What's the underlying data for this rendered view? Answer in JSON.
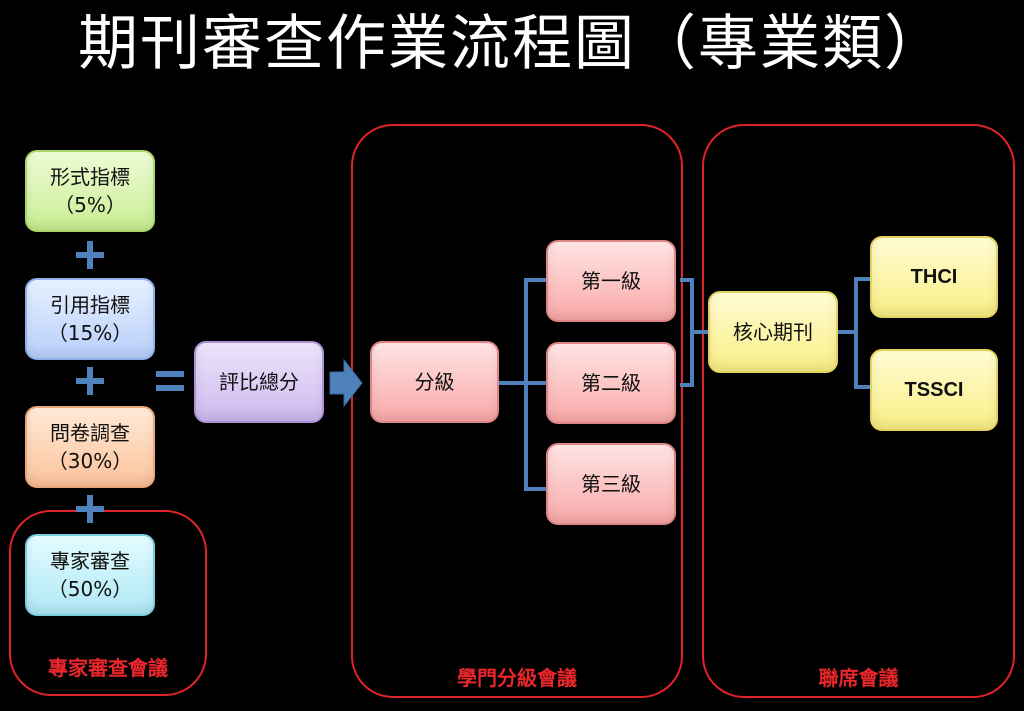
{
  "title": "期刊審查作業流程圖（專業類）",
  "indicators": [
    {
      "name": "形式指標",
      "weight": "（5%）"
    },
    {
      "name": "引用指標",
      "weight": "（15%）"
    },
    {
      "name": "問卷調查",
      "weight": "（30%）"
    },
    {
      "name": "專家審查",
      "weight": "（50%）"
    }
  ],
  "total_label": "評比總分",
  "grading_label": "分級",
  "levels": [
    "第一級",
    "第二級",
    "第三級"
  ],
  "core_label": "核心期刊",
  "outputs": [
    "THCI",
    "TSSCI"
  ],
  "groups": {
    "expert_review": "專家審查會議",
    "discipline_grading": "學門分級會議",
    "joint_meeting": "聯席會議"
  },
  "colors": {
    "group_border": "#e0222a",
    "connector": "#4f81bd"
  }
}
